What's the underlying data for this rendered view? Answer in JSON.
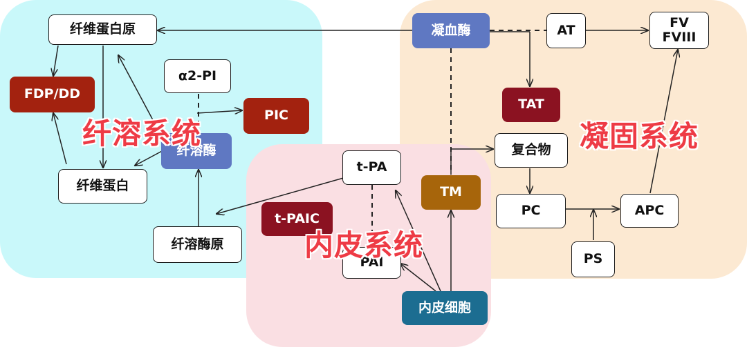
{
  "regions": {
    "fibrinolysis": "纤溶系统",
    "coagulation": "凝固系统",
    "endothelium": "内皮系统"
  },
  "nodes": {
    "fibrinogen": "纤维蛋白原",
    "fdp_dd": "FDP/DD",
    "a2pi": "α2-PI",
    "pic": "PIC",
    "plasmin": "纤溶酶",
    "fibrin": "纤维蛋白",
    "plasminogen": "纤溶酶原",
    "tpa": "t-PA",
    "tpaic": "t-PAIC",
    "pai": "PAI",
    "endothelial_cell": "内皮细胞",
    "thrombin": "凝血酶",
    "at": "AT",
    "fv_fviii": "FV\nFVIII",
    "tat": "TAT",
    "complex": "复合物",
    "tm": "TM",
    "pc": "PC",
    "apc": "APC",
    "ps": "PS"
  },
  "colors": {
    "fibrinolysis_bg": "#c9f8fa",
    "coagulation_bg": "#fce9d2",
    "endothelium_bg": "#fadfe3",
    "dark_red": "#a3220f",
    "crimson": "#8b1221",
    "blue_node": "#5f78c2",
    "brown_node": "#a7650b",
    "teal_node": "#1c6d91",
    "region_title": "#ee3b45"
  }
}
